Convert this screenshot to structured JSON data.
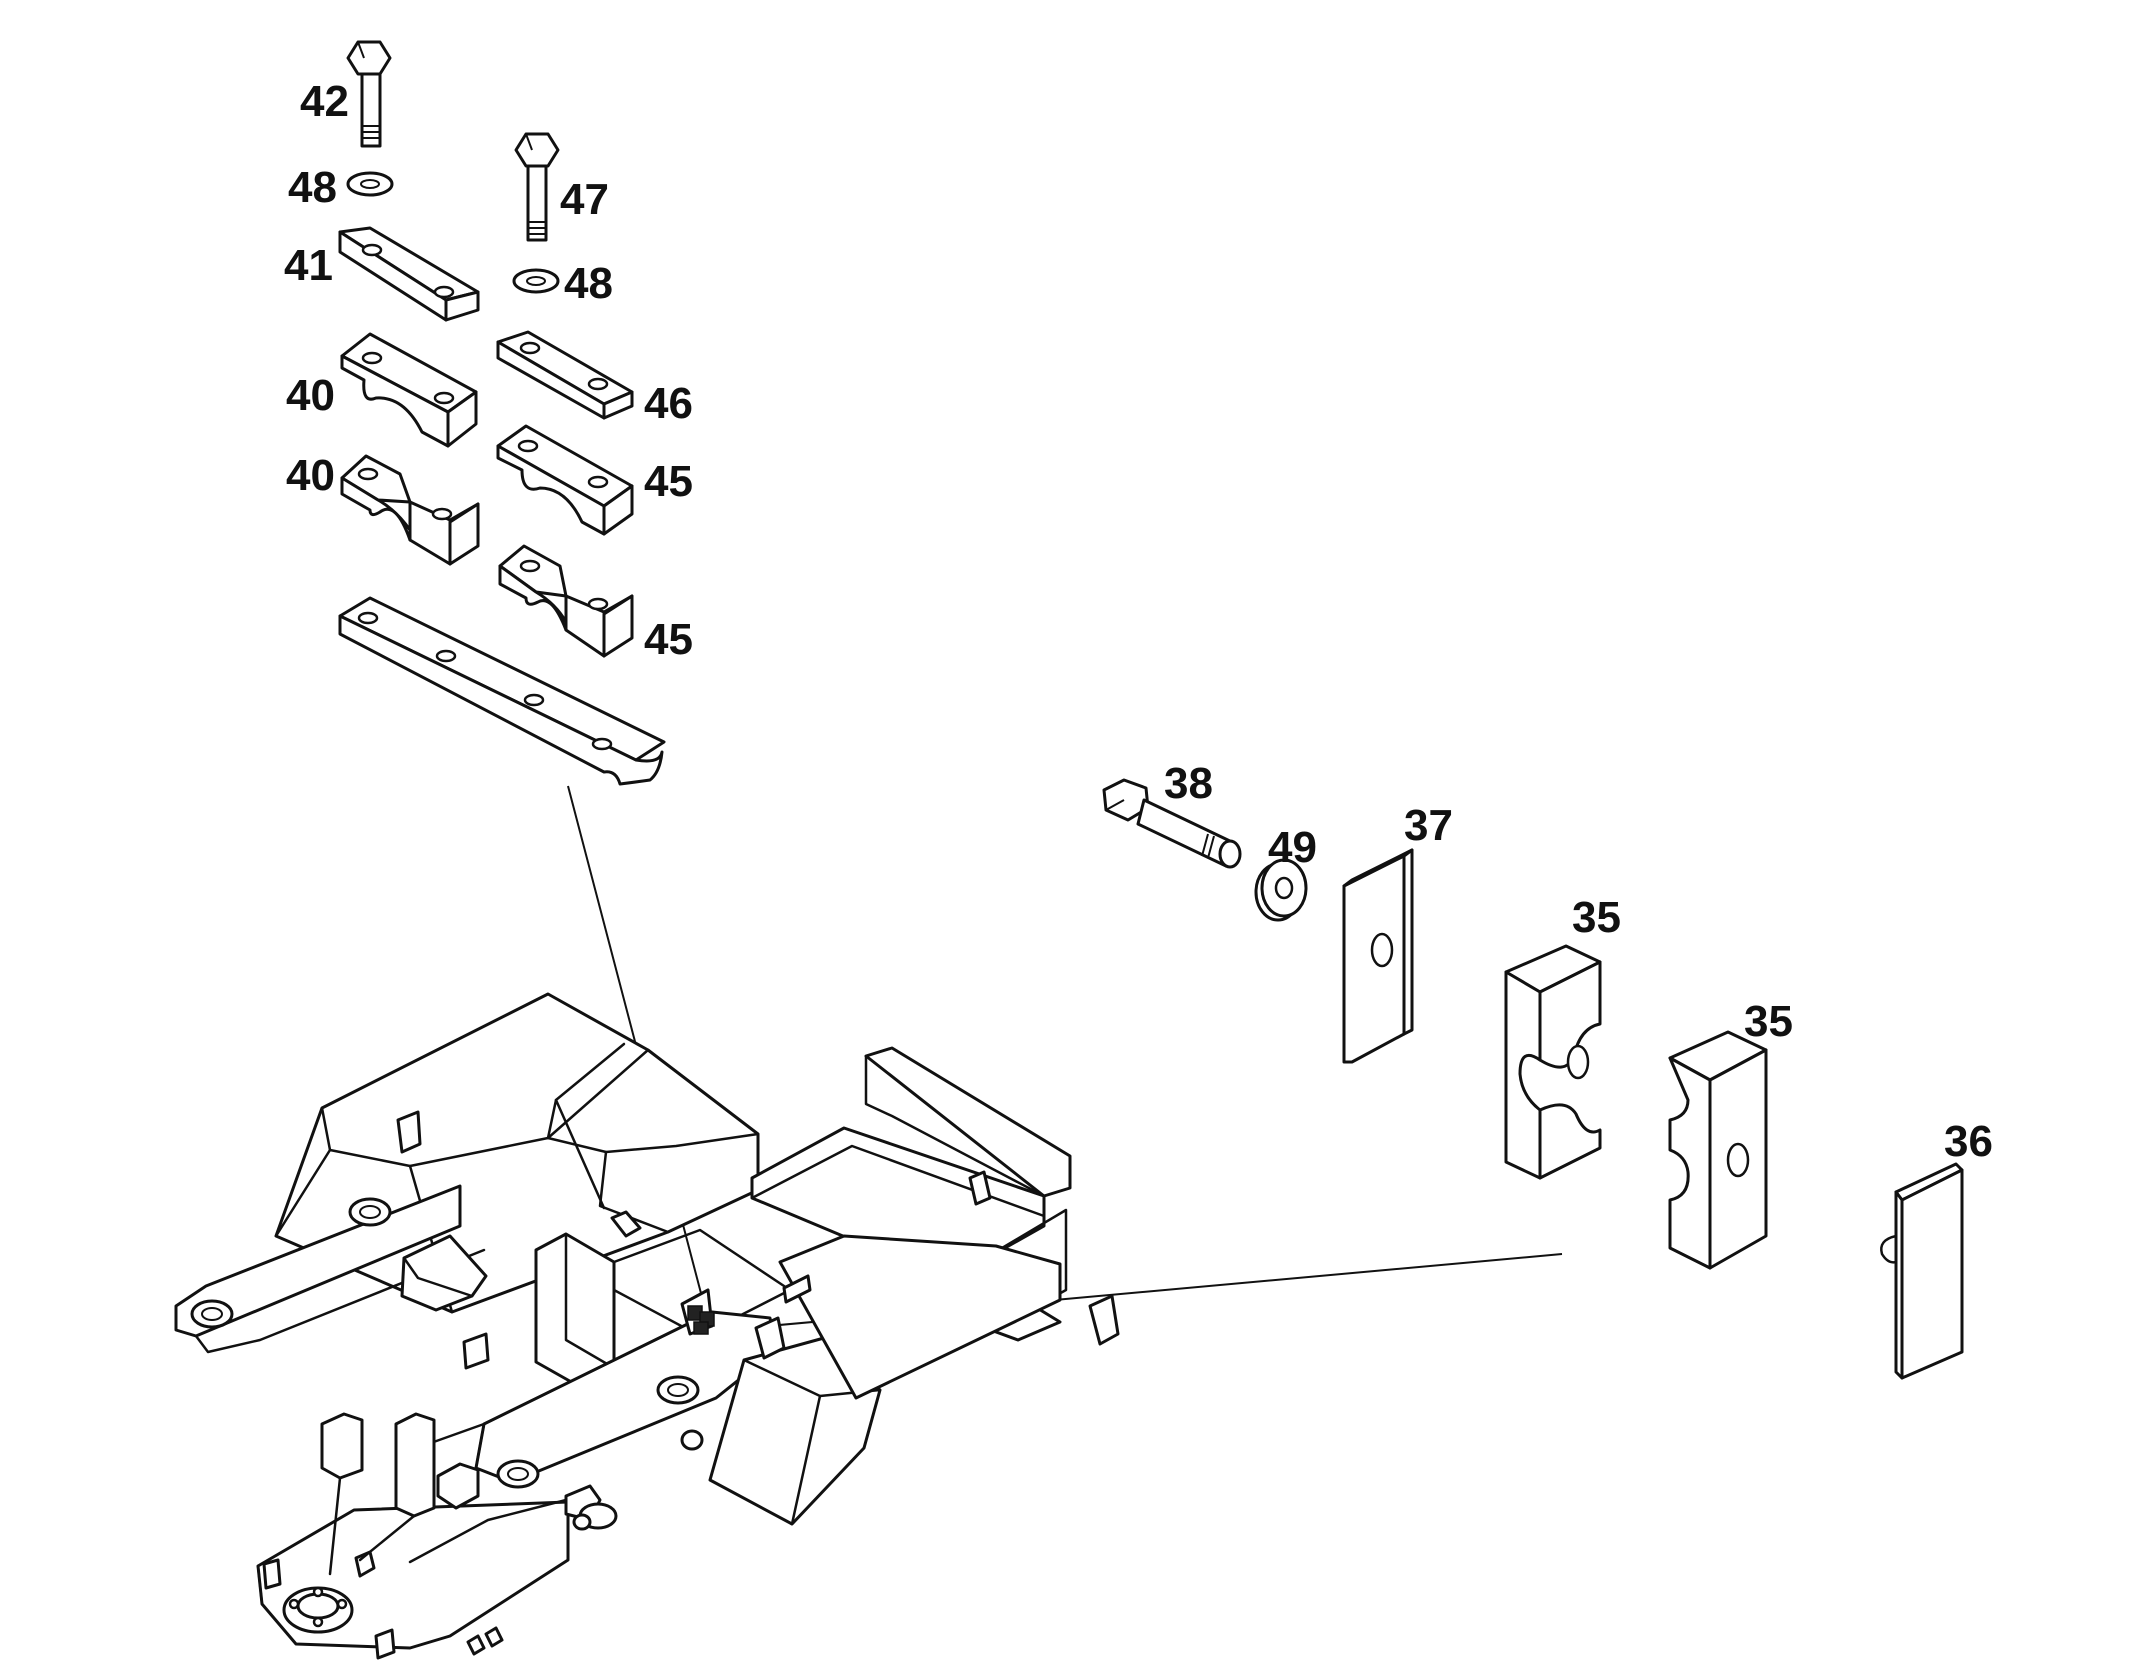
{
  "labels": {
    "p42": "42",
    "p48a": "48",
    "p47": "47",
    "p41": "41",
    "p48b": "48",
    "p40a": "40",
    "p46": "46",
    "p40b": "40",
    "p45a": "45",
    "p45b": "45",
    "p38": "38",
    "p49": "49",
    "p37": "37",
    "p35a": "35",
    "p35b": "35",
    "p36": "36"
  }
}
